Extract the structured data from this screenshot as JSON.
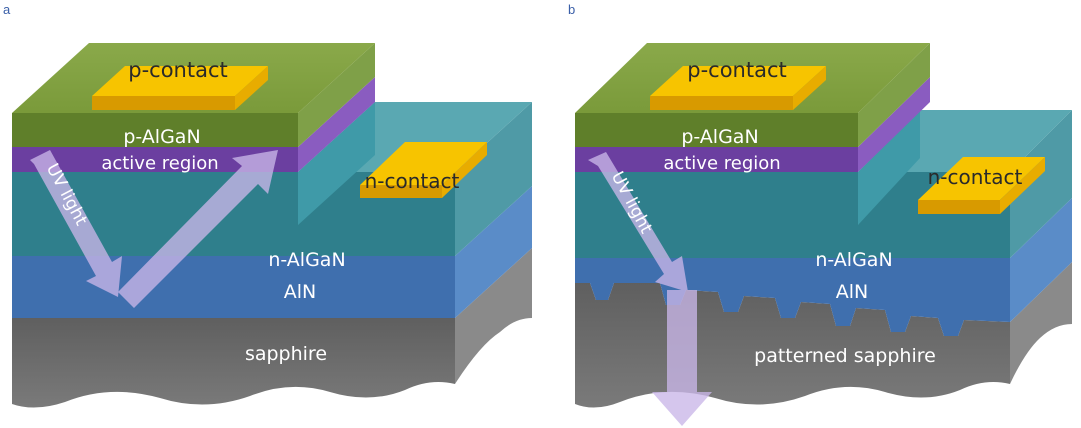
{
  "panels": [
    {
      "letter": "a",
      "p_contact": "p-contact",
      "n_contact": "n-contact",
      "p_algan": "p-AlGaN",
      "active_region": "active region",
      "uv_light": "UV light",
      "n_algan": "n-AlGaN",
      "aln": "AlN",
      "substrate": "sapphire"
    },
    {
      "letter": "b",
      "p_contact": "p-contact",
      "n_contact": "n-contact",
      "p_algan": "p-AlGaN",
      "active_region": "active region",
      "uv_light": "UV light",
      "n_algan": "n-AlGaN",
      "aln": "AlN",
      "substrate": "patterned sapphire"
    }
  ],
  "colors": {
    "p_contact": "#f2b600",
    "p_algan": "#7a9a3a",
    "active_region": "#6b3fa0",
    "n_algan": "#2f7f8c",
    "aln": "#3f6fae",
    "sapphire": "#6e6e6e",
    "uv_arrow": "#c9b6e8"
  },
  "icons": {
    "uv_arrow": "uv-light-arrow-icon"
  }
}
